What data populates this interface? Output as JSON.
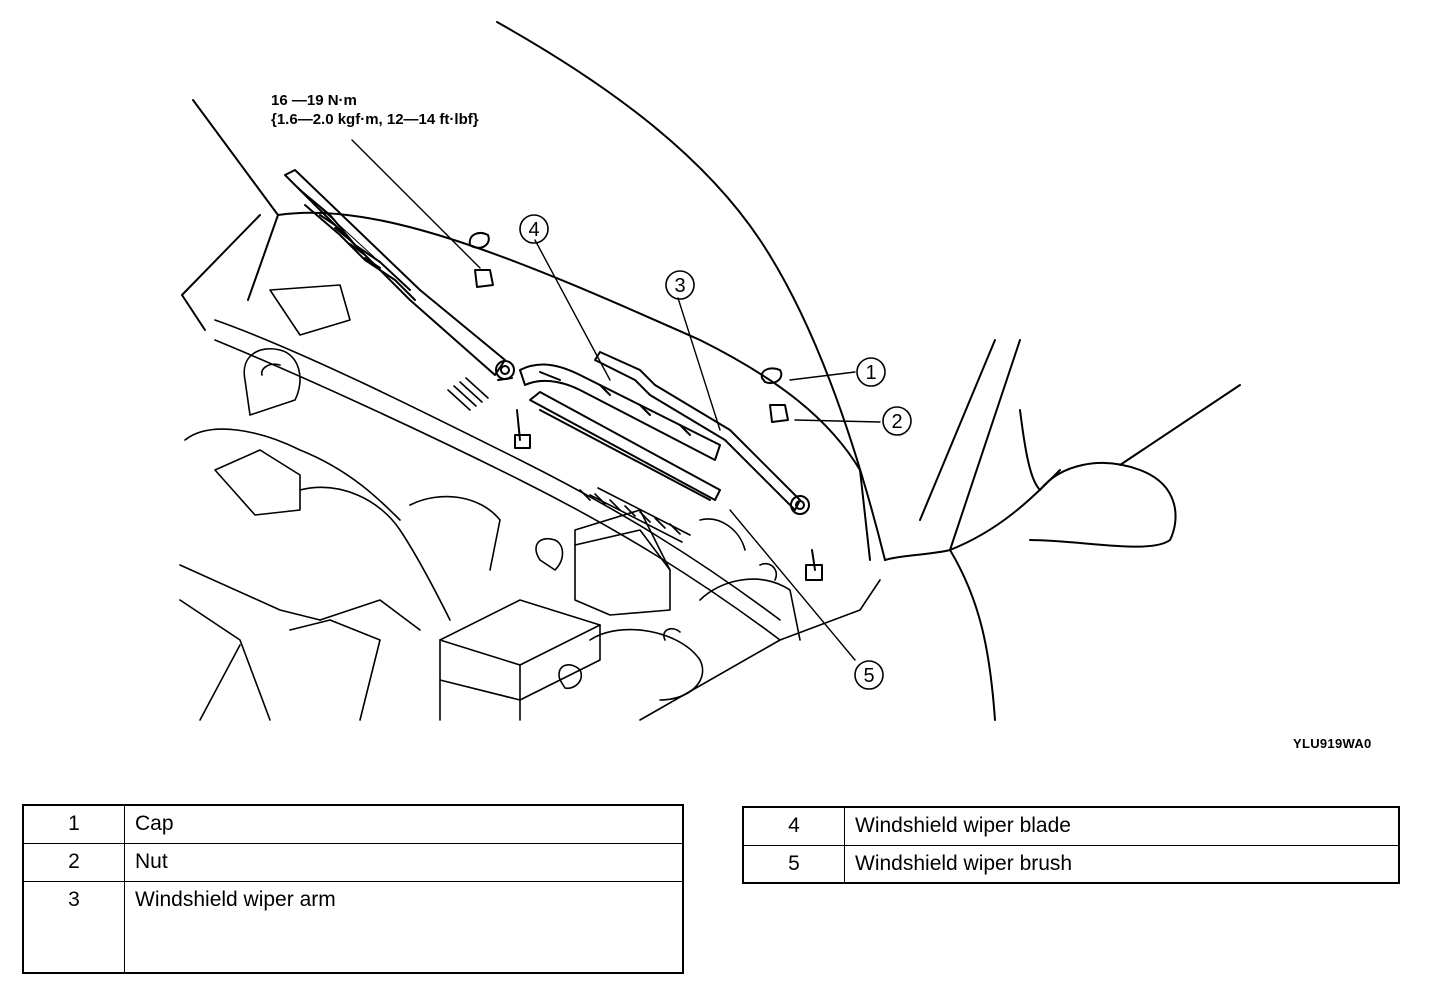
{
  "torque_spec": {
    "line1": "16 —19 N·m",
    "line2": "{1.6—2.0 kgf·m, 12—14 ft·lbf}"
  },
  "figure_code": "YLU919WA0",
  "callouts": [
    "1",
    "2",
    "3",
    "4",
    "5"
  ],
  "legend": {
    "left": [
      {
        "num": "1",
        "label": "Cap"
      },
      {
        "num": "2",
        "label": "Nut"
      },
      {
        "num": "3",
        "label": "Windshield wiper arm"
      }
    ],
    "right": [
      {
        "num": "4",
        "label": "Windshield wiper blade"
      },
      {
        "num": "5",
        "label": "Windshield wiper brush"
      }
    ]
  }
}
